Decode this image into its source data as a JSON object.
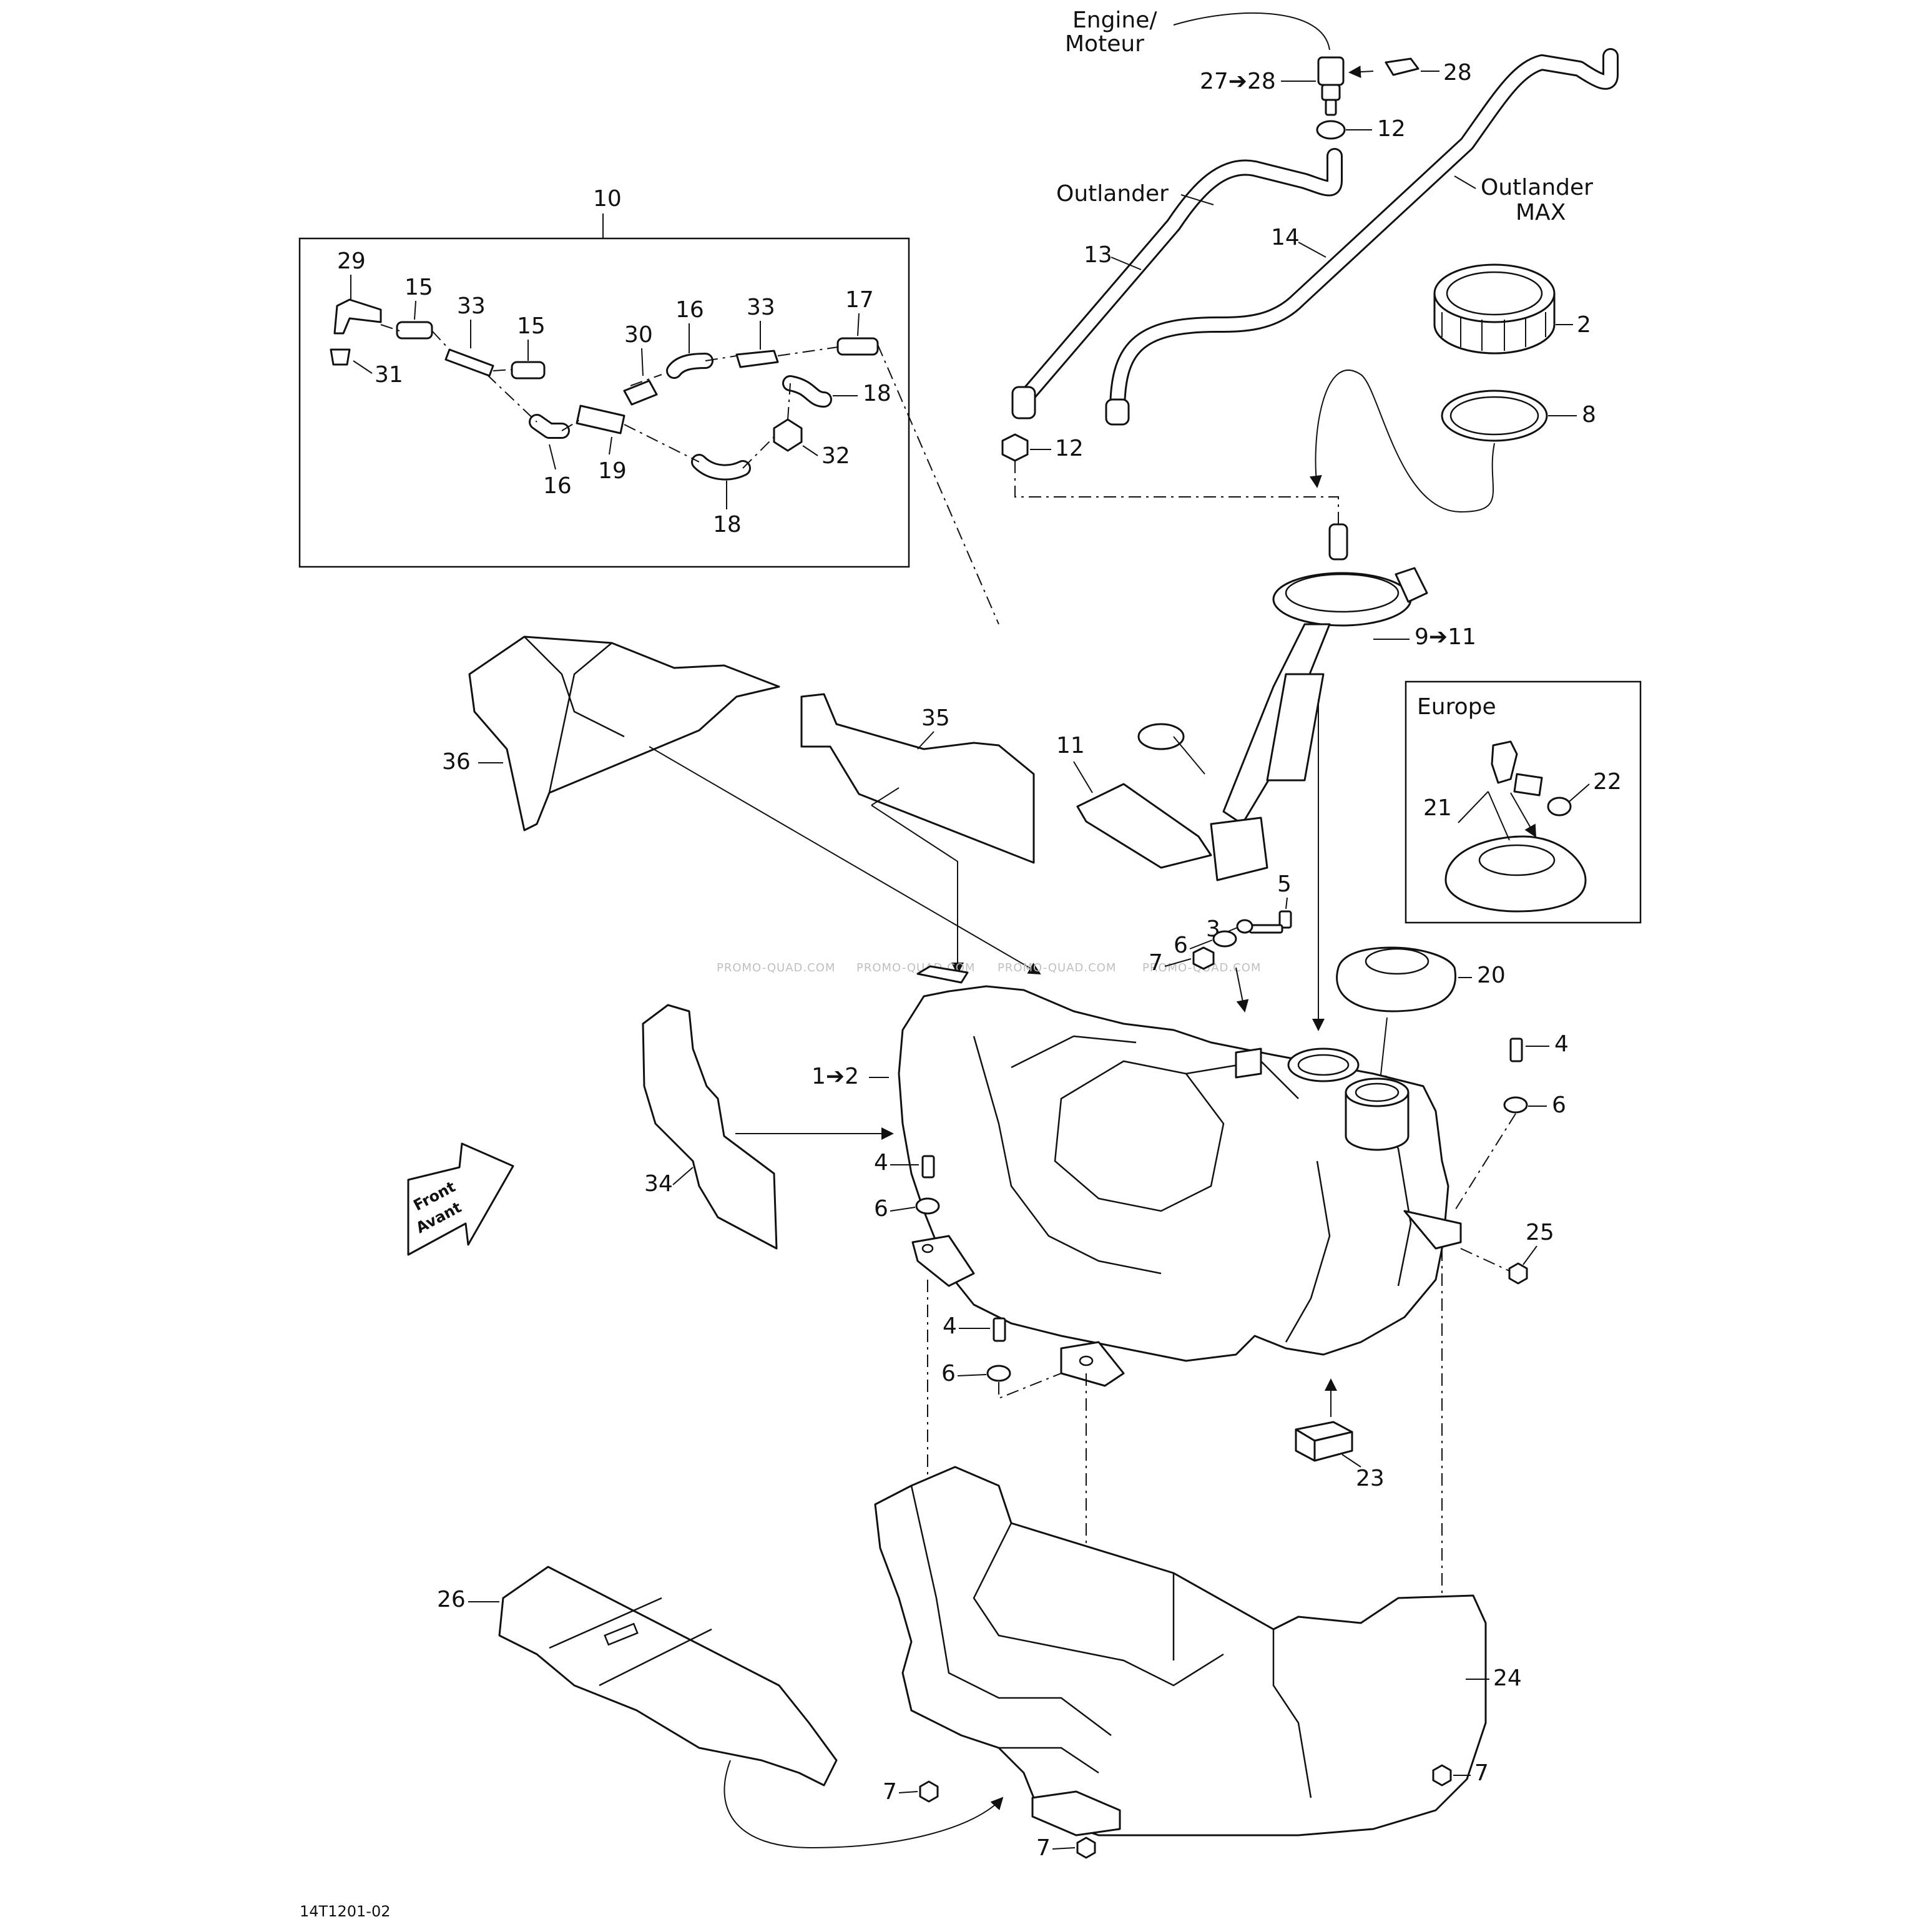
{
  "labels": {
    "engine": "Engine/",
    "moteur": "Moteur",
    "outlander": "Outlander",
    "outlander_max_1": "Outlander",
    "outlander_max_2": "MAX",
    "europe": "Europe",
    "front": "Front",
    "avant": "Avant",
    "drawing_code": "14T1201-02",
    "watermark": "PROMO-QUAD.COM"
  },
  "callouts": {
    "c10": "10",
    "c29": "29",
    "c15a": "15",
    "c33a": "33",
    "c15b": "15",
    "c30": "30",
    "c16a": "16",
    "c33b": "33",
    "c17": "17",
    "c18a": "18",
    "c31": "31",
    "c16b": "16",
    "c19": "19",
    "c32": "32",
    "c18b": "18",
    "c27_28": "27➔28",
    "c28": "28",
    "c12a": "12",
    "c13": "13",
    "c14": "14",
    "c2": "2",
    "c8": "8",
    "c12b": "12",
    "c9_11": "9➔11",
    "c35": "35",
    "c36": "36",
    "c11": "11",
    "c21": "21",
    "c22": "22",
    "c5": "5",
    "c3": "3",
    "c6a": "6",
    "c7a": "7",
    "c20": "20",
    "c1_2": "1➔2",
    "c4a": "4",
    "c6b": "6",
    "c4b": "4",
    "c6c": "6",
    "c25": "25",
    "c34": "34",
    "c4c": "4",
    "c6d": "6",
    "c23": "23",
    "c26": "26",
    "c24": "24",
    "c7b": "7",
    "c7c": "7",
    "c7d": "7"
  }
}
